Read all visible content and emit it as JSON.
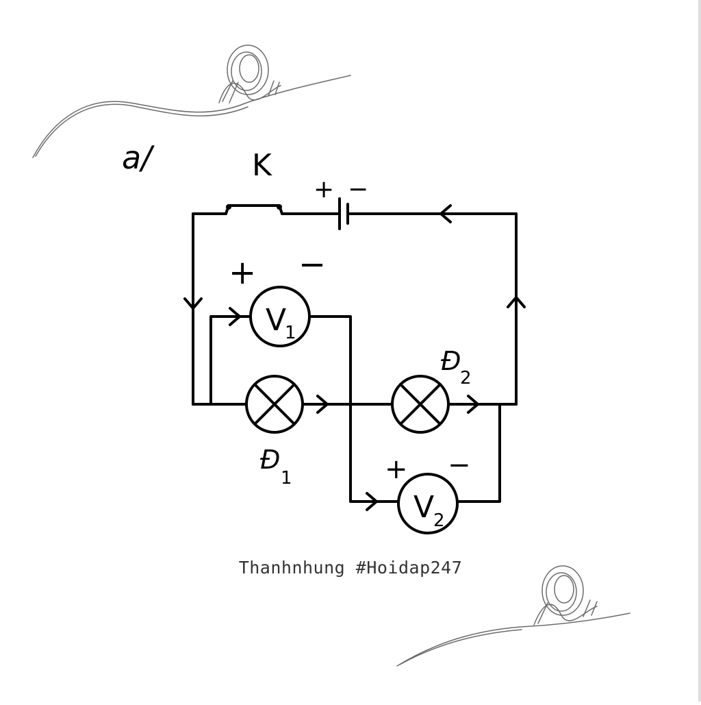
{
  "diagram": {
    "part_label": "a/",
    "switch_label": "K",
    "battery": {
      "plus": "+",
      "minus": "−"
    },
    "voltmeter_1": {
      "letter": "V",
      "subscript": "1",
      "plus": "+",
      "minus": "−"
    },
    "voltmeter_2": {
      "letter": "V",
      "subscript": "2",
      "plus": "+",
      "minus": "−"
    },
    "lamp_1": {
      "letter": "Đ",
      "subscript": "1"
    },
    "lamp_2": {
      "letter": "Đ",
      "subscript": "2"
    }
  },
  "watermark": {
    "text": "Thanhnhung #Hoidap247"
  }
}
